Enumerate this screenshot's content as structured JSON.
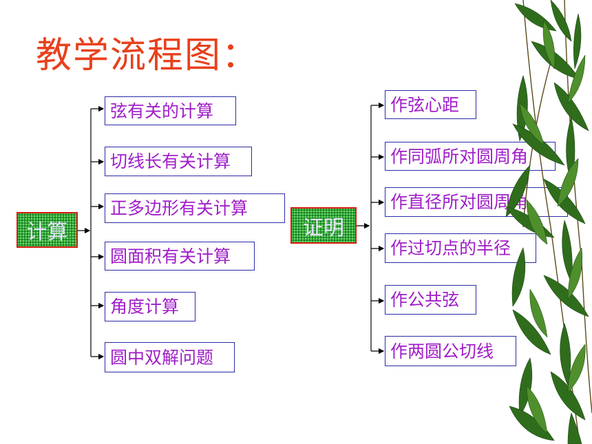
{
  "title": "教学流程图：",
  "left": {
    "root": "计算",
    "items": [
      "弦有关的计算",
      "切线长有关计算",
      "正多边形有关计算",
      "圆面积有关计算",
      "角度计算",
      "圆中双解问题"
    ]
  },
  "right": {
    "root": "证明",
    "items": [
      "作弦心距",
      "作同弧所对圆周角",
      "作直径所对圆周角",
      "作过切点的半径",
      "作公共弦",
      "作两圆公切线"
    ]
  },
  "colors": {
    "title": "#e8401c",
    "box_text": "#a01ec8",
    "box_border": "#2a2aa8",
    "root_border": "#d41a10",
    "root_fill": "#2ea83a"
  },
  "icons": [
    "bamboo-decoration"
  ]
}
